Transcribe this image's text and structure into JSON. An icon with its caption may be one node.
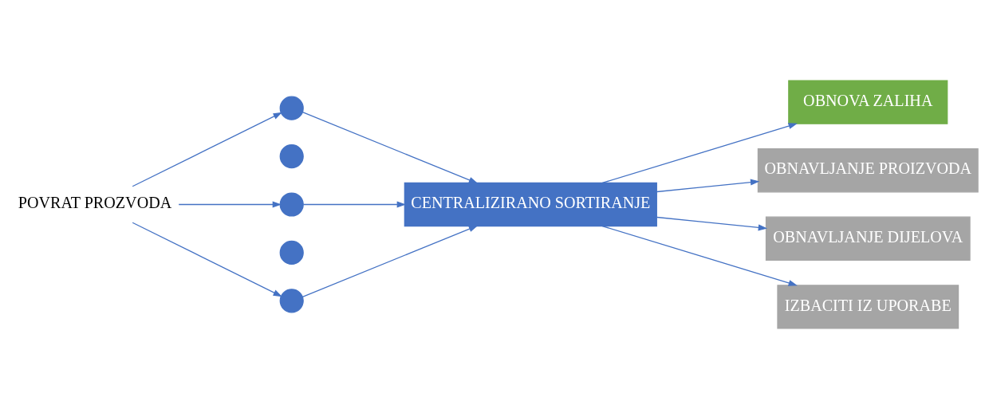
{
  "diagram": {
    "nodes": [
      {
        "text": [
          "POVRAT PROZVODA"
        ]
      },
      {
        "text": [],
        "shape": "circle"
      },
      {
        "text": [],
        "shape": "circle"
      },
      {
        "text": [],
        "shape": "circle"
      },
      {
        "text": [],
        "shape": "circle"
      },
      {
        "text": [],
        "shape": "circle"
      },
      {
        "text": [
          "CENTRALIZIRANO SORTIRANJE"
        ]
      },
      {
        "text": [
          "OBNOVA ZALIHA"
        ]
      },
      {
        "text": [
          "OBNAVLJANJE PROIZVODA"
        ]
      },
      {
        "text": [
          "OBNAVLJANJE DIJELOVA"
        ]
      },
      {
        "text": [
          "IZBACITI IZ UPORABE"
        ]
      }
    ],
    "edges": [
      {
        "from": 0,
        "to": 1,
        "arrow": "to"
      },
      {
        "from": 0,
        "to": 3,
        "arrow": "to"
      },
      {
        "from": 0,
        "to": 5,
        "arrow": "to"
      },
      {
        "from": 1,
        "to": 6,
        "arrow": "to"
      },
      {
        "from": 3,
        "to": 6,
        "arrow": "to"
      },
      {
        "from": 5,
        "to": 6,
        "arrow": "to"
      },
      {
        "from": 6,
        "to": 7,
        "arrow": "to"
      },
      {
        "from": 6,
        "to": 8,
        "arrow": "to"
      },
      {
        "from": 6,
        "to": 9,
        "arrow": "to"
      },
      {
        "from": 6,
        "to": 10,
        "arrow": "to"
      }
    ]
  }
}
